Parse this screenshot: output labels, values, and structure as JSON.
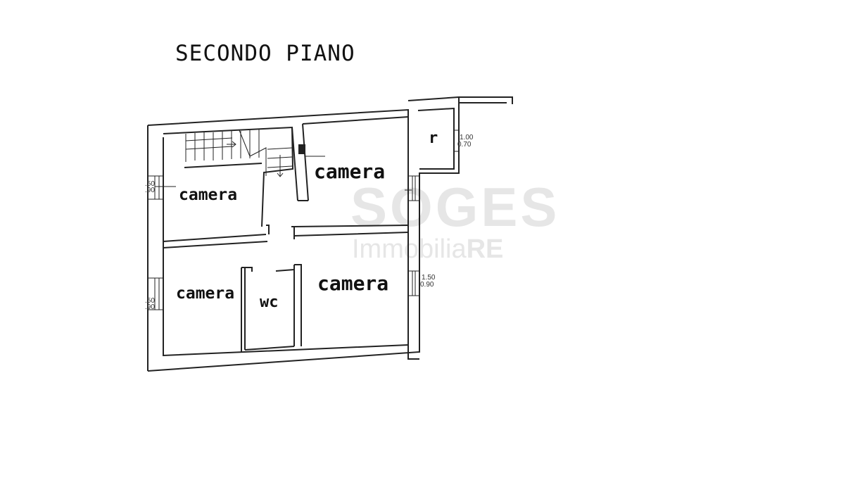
{
  "title": "SECONDO PIANO",
  "rooms": {
    "camera_top_left": "camera",
    "camera_top_right": "camera",
    "camera_bottom_left": "camera",
    "camera_bottom_right": "camera",
    "wc": "wc",
    "r": "r"
  },
  "dimensions": {
    "r_width": "1.00",
    "r_height": "0.70",
    "right_window_width": "1.50",
    "right_window_height": "0.90",
    "left_top_width": ".50",
    "left_top_height": ".90",
    "left_bottom_width": ".50",
    "left_bottom_height": ".90"
  },
  "watermark": {
    "brand": "SOGES",
    "tagline_light": "Immobilia",
    "tagline_bold": "RE"
  },
  "colors": {
    "wall": "#222222",
    "watermark": "#e6e6e6",
    "background": "#ffffff"
  }
}
